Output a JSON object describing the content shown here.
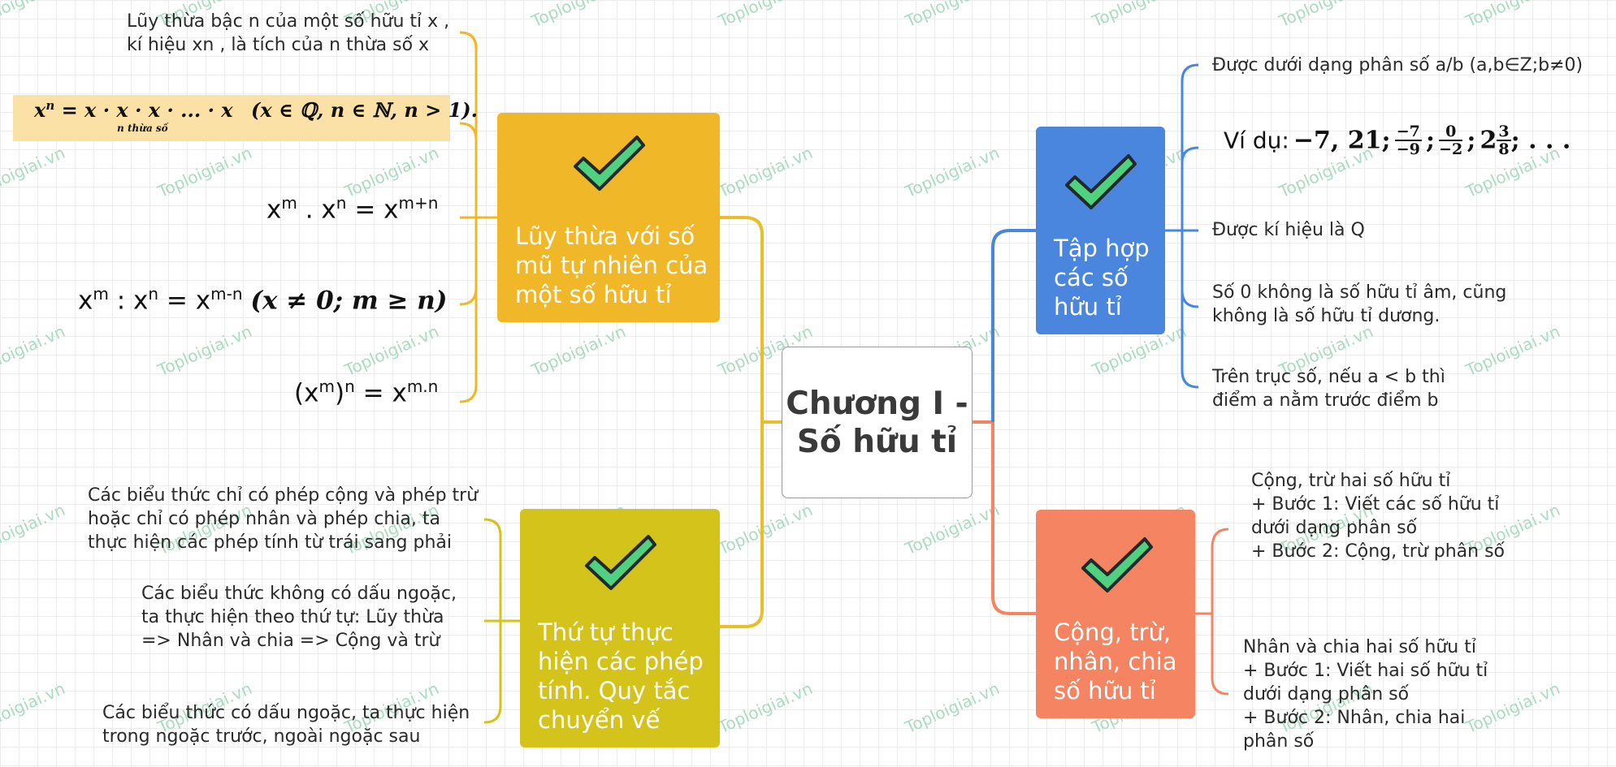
{
  "center": {
    "title": "Chương I - Số hữu tỉ"
  },
  "watermark": "Toploigiai.vn",
  "colors": {
    "yellow": "#f0b728",
    "olive": "#d4c31a",
    "blue": "#4a86dd",
    "orange": "#f58462",
    "check": "#4fd17f"
  },
  "icons": {
    "check": "check-mark-icon"
  },
  "topics": {
    "luy_thua": {
      "label": "Lũy thừa với số mũ tự nhiên của một số hữu tỉ",
      "definition": "Lũy thừa bậc n của một số hữu tỉ x , kí hiệu xn , là tích của n thừa số x",
      "def_formula": {
        "lhs": "x",
        "exp": "n",
        "product": "x · x · x · ... · x",
        "under": "n thừa số",
        "cond": "(x ∈ ℚ, n ∈ ℕ, n > 1)."
      },
      "rule_product": {
        "base": "x",
        "exp1": "m",
        "dot": ".",
        "exp2": "n",
        "result_exp": "m+n"
      },
      "rule_quotient": {
        "base": "x",
        "exp1": "m",
        "sep": ":",
        "exp2": "n",
        "result_exp": "m-n",
        "cond": "(x ≠ 0; m ≥ n)"
      },
      "rule_power": {
        "base": "x",
        "exp_inner": "m",
        "exp_outer": "n",
        "result_exp": "m.n"
      }
    },
    "thu_tu": {
      "label": "Thứ tự thực hiện các phép tính. Quy tắc chuyển vế",
      "item1": "Các biểu thức chỉ có phép cộng và phép trừ hoặc chỉ có phép nhân và phép chia, ta thực hiện các phép tính từ trái sang phải",
      "item2": "Các biểu thức không có dấu ngoặc, ta thực hiện theo thứ tự: Lũy thừa => Nhân và chia => Cộng và trừ",
      "item3": "Các biểu thức có dấu ngoặc, ta thực hiện trong ngoặc trước, ngoài ngoặc sau"
    },
    "tap_hop": {
      "label": "Tập hợp các số hữu tỉ",
      "item1": "Được dưới dạng phân số a/b (a,b∈Z;b≠0)",
      "example": {
        "prefix": "Ví dụ:",
        "first": "−7, 21;",
        "f1_num": "−7",
        "f1_den": "−9",
        "f2_num": "0",
        "f2_den": "−2",
        "mixed_whole": "2",
        "f3_num": "3",
        "f3_den": "8",
        "tail": "; . . ."
      },
      "item3": "Được kí hiệu là Q",
      "item4": "Số 0 không là số hữu tỉ âm, cũng không là số hữu tỉ dương.",
      "item5": "Trên trục số, nếu a < b thì điểm a nằm trước điểm b"
    },
    "cong_tru": {
      "label": "Cộng, trừ, nhân, chia số hữu tỉ",
      "item1": "Cộng, trừ hai số hữu tỉ\n+ Bước 1: Viết các số hữu tỉ dưới dạng phân số\n+ Bước 2: Cộng, trừ phân số",
      "item2": "Nhân và chia hai số hữu tỉ\n+ Bước 1: Viết hai số hữu tỉ dưới dạng phân số\n+ Bước 2: Nhân, chia hai phân số"
    }
  }
}
